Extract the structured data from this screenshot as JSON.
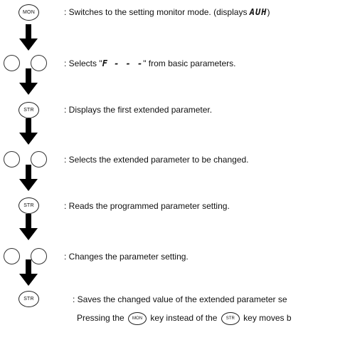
{
  "keys": {
    "mon": "MON",
    "str": "STR"
  },
  "steps": [
    {
      "text": ": Switches to the setting monitor mode. (displays ",
      "display": "AUH",
      "text_after": ")"
    },
    {
      "text_before": ": Selects \"",
      "display": "F - - -",
      "text_after": "\" from basic parameters."
    },
    {
      "text": ": Displays the first extended parameter."
    },
    {
      "text": ": Selects the extended parameter to be changed."
    },
    {
      "text": ": Reads the programmed parameter setting."
    },
    {
      "text": ": Changes the parameter setting."
    },
    {
      "text": ": Saves the changed value of the extended parameter se"
    }
  ],
  "note": {
    "part1": "Pressing the",
    "part2": "key instead of the",
    "part3": "key moves b"
  }
}
